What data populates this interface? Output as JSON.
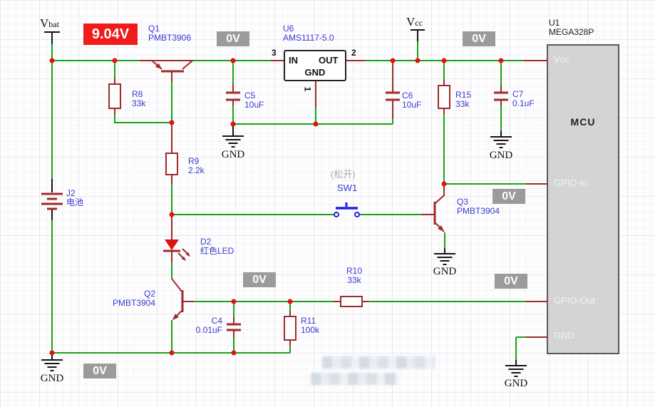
{
  "nets": {
    "vbat": {
      "main": "V",
      "sub": "bat"
    },
    "vcc": {
      "main": "V",
      "sub": "cc"
    },
    "gnd": "GND"
  },
  "probes": {
    "vbat_voltage": "9.04V",
    "zero": "0V"
  },
  "components": {
    "q1": {
      "ref": "Q1",
      "value": "PMBT3906"
    },
    "q2": {
      "ref": "Q2",
      "value": "PMBT3904"
    },
    "q3": {
      "ref": "Q3",
      "value": "PMBT3904"
    },
    "r8": {
      "ref": "R8",
      "value": "33k"
    },
    "r9": {
      "ref": "R9",
      "value": "2.2k"
    },
    "r10": {
      "ref": "R10",
      "value": "33k"
    },
    "r11": {
      "ref": "R11",
      "value": "100k"
    },
    "r15": {
      "ref": "R15",
      "value": "33k"
    },
    "c4": {
      "ref": "C4",
      "value": "0.01uF"
    },
    "c5": {
      "ref": "C5",
      "value": "10uF"
    },
    "c6": {
      "ref": "C6",
      "value": "10uF"
    },
    "c7": {
      "ref": "C7",
      "value": "0.1uF"
    },
    "d2": {
      "ref": "D2",
      "value": "红色LED"
    },
    "j2": {
      "ref": "J2",
      "value": "电池"
    },
    "sw1": {
      "ref": "SW1",
      "state_note": "(松开)"
    },
    "u6": {
      "ref": "U6",
      "value": "AMS1117-5.0",
      "pins": {
        "in": "IN",
        "out": "OUT",
        "gnd": "GND",
        "pin1": "1",
        "pin2": "2",
        "pin3": "3"
      }
    },
    "u1": {
      "ref": "U1",
      "value": "MEGA328P",
      "body_label": "MCU",
      "pins": {
        "vcc": "Vcc",
        "gpio_in": "GPIO-In",
        "gpio_out": "GPIO-Out",
        "gnd": "GND"
      }
    }
  },
  "colors": {
    "wire": "#17a317",
    "lead": "#9e2b2b",
    "junction": "#e01212",
    "label": "#3a3ace",
    "switch": "#2222dd",
    "led": "#e01010",
    "probe_red": "#f21b1b",
    "probe_gray": "#9b9b9b",
    "mcu_fill": "#d4d4d4",
    "mcu_border": "#5a5a5a"
  }
}
